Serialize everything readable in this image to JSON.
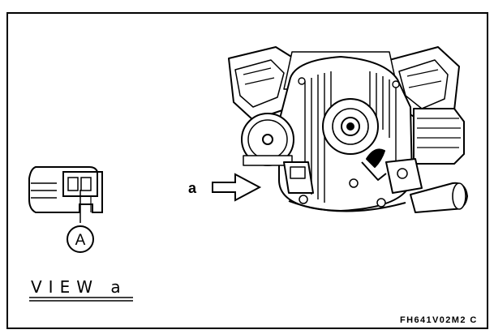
{
  "labels": {
    "arrow_label": "a",
    "callout_label": "A",
    "view_label": "VIEW a",
    "figure_code": "FH641V02M2 C"
  }
}
